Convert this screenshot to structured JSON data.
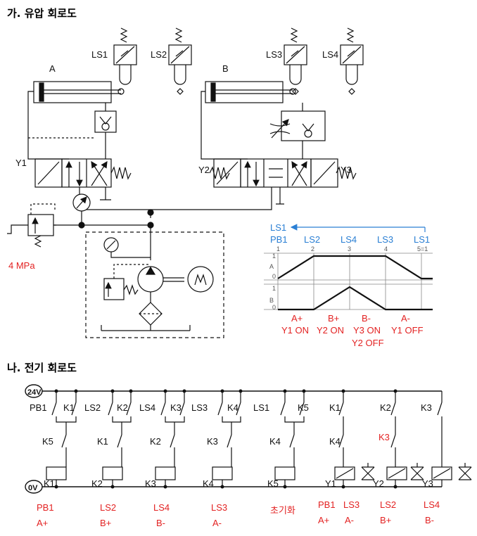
{
  "sections": {
    "hydraulic_title": "가. 유압 회로도",
    "electric_title": "나. 전기 회로도"
  },
  "hydraulic": {
    "cyl_a": "A",
    "cyl_b": "B",
    "limit_switches": [
      "LS1",
      "LS2",
      "LS3",
      "LS4"
    ],
    "y1": "Y1",
    "y2": "Y2",
    "y3": "Y3",
    "pressure": "4 MPa"
  },
  "timing": {
    "return_label": "LS1",
    "top_labels": [
      "PB1",
      "LS2",
      "LS4",
      "LS3",
      "LS1"
    ],
    "step_numbers": [
      "1",
      "2",
      "3",
      "4",
      "5=1"
    ],
    "row_a": "A",
    "row_b": "B",
    "one_a": "1",
    "zero_a": "0",
    "one_b": "1",
    "zero_b": "0",
    "step_notes": [
      [
        "A+",
        "Y1 ON"
      ],
      [
        "B+",
        "Y2 ON"
      ],
      [
        "B-",
        "Y3 ON",
        "Y2 OFF"
      ],
      [
        "A-",
        "Y1 OFF"
      ]
    ]
  },
  "electric": {
    "v24": "24V",
    "v0": "0V",
    "inputs": [
      "PB1",
      "LS2",
      "LS4",
      "LS3",
      "LS1"
    ],
    "relays": [
      "K1",
      "K2",
      "K3",
      "K4",
      "K5"
    ],
    "k_labels": [
      "K1",
      "K2",
      "K3",
      "K4",
      "K5"
    ],
    "second_contacts": [
      "K5",
      "K1",
      "K2",
      "K3",
      "K4"
    ],
    "out_contacts": [
      "K1",
      "K2",
      "K3"
    ],
    "out_second": [
      "K4",
      "K3"
    ],
    "solenoids": [
      "Y1",
      "Y2",
      "Y3"
    ],
    "bottom_notes": [
      [
        "PB1",
        "A+"
      ],
      [
        "LS2",
        "B+"
      ],
      [
        "LS4",
        "B-"
      ],
      [
        "LS3",
        "A-"
      ],
      [
        "초기화",
        ""
      ],
      [
        "PB1",
        "A+"
      ],
      [
        "LS3",
        "A-"
      ],
      [
        "LS2",
        "B+"
      ],
      [
        "LS4",
        "B-"
      ]
    ]
  },
  "colors": {
    "blue": "#2a7fd4",
    "red": "#e32222"
  }
}
